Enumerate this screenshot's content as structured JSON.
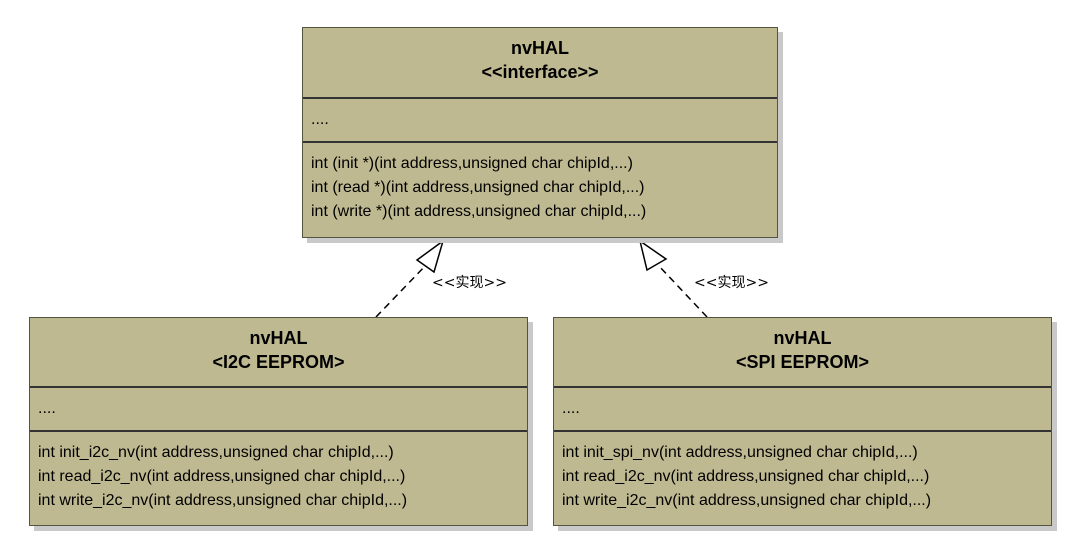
{
  "interface": {
    "name": "nvHAL",
    "stereotype": "<<interface>>",
    "attributes": "....",
    "operations": [
      "int (init *)(int address,unsigned char chipId,...)",
      "int (read *)(int address,unsigned char chipId,...)",
      "int (write *)(int address,unsigned char chipId,...)"
    ]
  },
  "i2c_class": {
    "name": "nvHAL",
    "stereotype": "<I2C EEPROM>",
    "attributes": "....",
    "operations": [
      "int init_i2c_nv(int address,unsigned char chipId,...)",
      "int read_i2c_nv(int address,unsigned char chipId,...)",
      "int write_i2c_nv(int address,unsigned char chipId,...)"
    ]
  },
  "spi_class": {
    "name": "nvHAL",
    "stereotype": "<SPI EEPROM>",
    "attributes": "....",
    "operations": [
      "int init_spi_nv(int address,unsigned char chipId,...)",
      "int read_i2c_nv(int address,unsigned char chipId,...)",
      "int write_i2c_nv(int address,unsigned char chipId,...)"
    ]
  },
  "relations": {
    "left_label": "<<实现>>",
    "right_label": "<<实现>>"
  },
  "colors": {
    "class_fill": "#bfb991",
    "border": "#55553f",
    "shadow": "#c9c9c9"
  }
}
